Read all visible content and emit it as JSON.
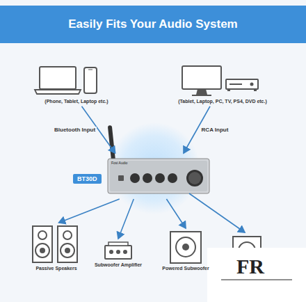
{
  "diagram": {
    "title": "Easily Fits Your Audio System",
    "nodes": [
      {
        "text": [
          "(Phone, Tablet, Laptop etc.)"
        ]
      },
      {
        "text": [
          "(Tablet, Laptop, PC, TV, PS4, DVD etc.)"
        ]
      },
      {
        "text": [
          "BT30D"
        ]
      },
      {
        "text": [
          "Passive Speakers"
        ]
      },
      {
        "text": [
          "Subwoofer Amplifier"
        ]
      },
      {
        "text": [
          "Powered Subwoofer"
        ]
      }
    ],
    "edges": [
      {
        "from": 0,
        "to": 2,
        "label": "Bluetooth Input",
        "arrow": "to"
      },
      {
        "from": 1,
        "to": 2,
        "label": "RCA Input",
        "arrow": "to"
      },
      {
        "from": 2,
        "to": 3,
        "arrow": "to"
      },
      {
        "from": 2,
        "to": 4,
        "arrow": "to"
      },
      {
        "from": 2,
        "to": 5,
        "arrow": "to"
      }
    ],
    "labels": [
      "Fosi Audio",
      "FR"
    ]
  }
}
